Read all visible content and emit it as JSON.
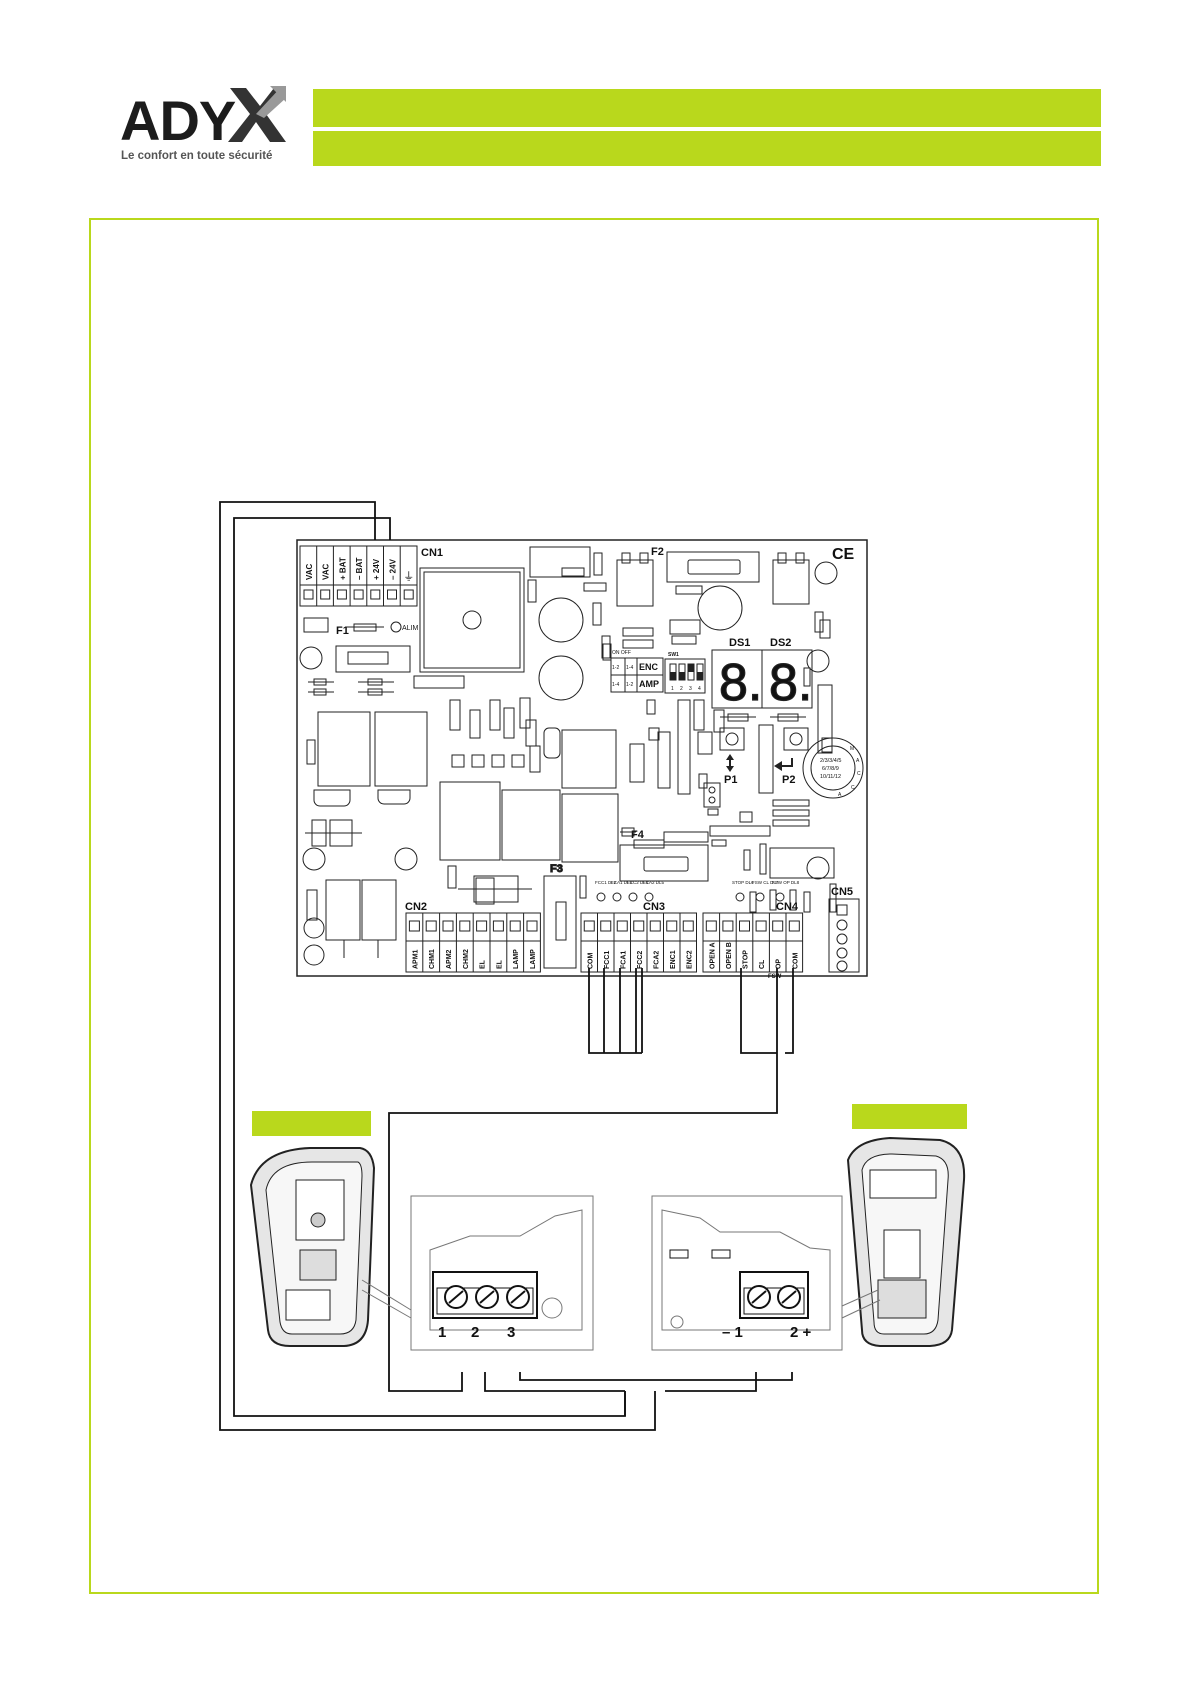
{
  "header": {
    "logo_text": "ADY",
    "tagline": "Le confort en toute sécurité",
    "accent_color": "#b9d81c"
  },
  "board": {
    "cn1_label": "CN1",
    "cn1_terminals": [
      "VAC",
      "VAC",
      "+ BAT",
      "– BAT",
      "+ 24V",
      "– 24V"
    ],
    "ground_symbol": "⏚",
    "f1_label": "F1",
    "alim_label": "ALIM",
    "f2_label": "F2",
    "f3_label": "F3",
    "f4_label": "F4",
    "ce_mark": "CE",
    "ds1_label": "DS1",
    "ds2_label": "DS2",
    "display_digits": [
      "8.",
      "8."
    ],
    "p1_label": "P1",
    "p2_label": "P2",
    "sw1_label": "SW1",
    "sw1_on_off": "ON OFF",
    "sw1_positions": [
      "1",
      "2",
      "3",
      "4"
    ],
    "enc_label": "ENC",
    "amp_label": "AMP",
    "jumper_labels": [
      "1-2",
      "1-4",
      "1-4",
      "1-2"
    ],
    "selector_text": [
      "2/3/3/4/5",
      "6/7/8/9",
      "10/11/12"
    ],
    "selector_letters": [
      "M",
      "A",
      "C",
      "C",
      "A"
    ],
    "cn2_label": "CN2",
    "cn2_terminals": [
      "APM1",
      "CHM1",
      "APM2",
      "CHM2",
      "EL",
      "EL",
      "LAMP",
      "LAMP"
    ],
    "cn3_label": "CN3",
    "cn3_terminals": [
      "COM",
      "FCC1",
      "FCA1",
      "FCC2",
      "FCA2",
      "ENC1",
      "ENC2"
    ],
    "cn3_leds": [
      "FCC1 DL2",
      "FCA1 DL3",
      "FCC2 DL4",
      "FCA2 DL5"
    ],
    "cn4_label": "CN4",
    "cn4_terminals": [
      "OPEN A",
      "OPEN B",
      "STOP",
      "CL",
      "OP",
      "COM"
    ],
    "cn4_group_label": "FSW",
    "cn4_leds": [
      "STOP DL6",
      "FSW CL DL7",
      "FSW OP DL8"
    ],
    "cn5_label": "CN5"
  },
  "receiver": {
    "terminals": [
      "1",
      "2",
      "3"
    ]
  },
  "transmitter": {
    "terminals": [
      "– 1",
      "2 +"
    ]
  }
}
